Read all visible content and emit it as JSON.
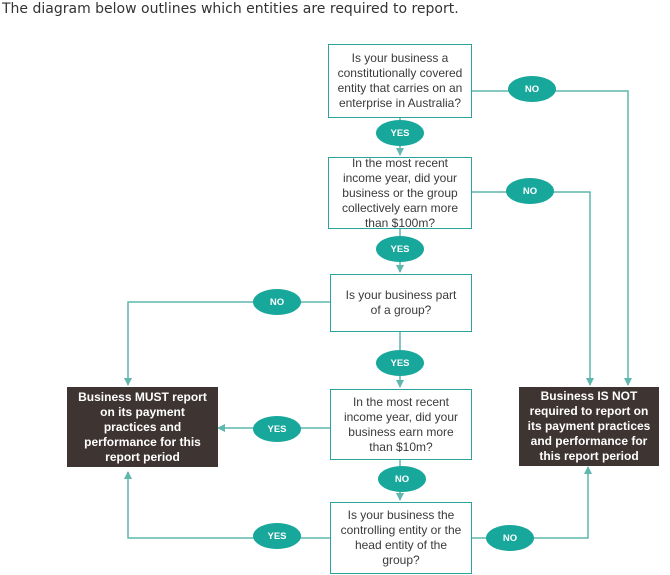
{
  "intro_text": "The diagram below outlines which entities are required to report.",
  "questions": {
    "q1": "Is your business a constitutionally covered entity that carries on an enterprise in Australia?",
    "q2": "In the most recent income year, did your business or the group collectively earn more than $100m?",
    "q3": "Is your business part of a group?",
    "q4": "In the most recent income year, did your business earn more than $10m?",
    "q5": "Is your business the controlling entity or the head entity of the group?"
  },
  "badges": {
    "yes": "YES",
    "no": "NO"
  },
  "outcomes": {
    "must_report": "Business MUST report on its payment practices and performance for this report period",
    "not_required": "Business IS NOT required to report on its payment practices and performance for this report period"
  },
  "colors": {
    "teal": "#17a79b",
    "box_border": "#2aa39a",
    "arrow": "#5fb7ae",
    "result_bg": "#3e3431"
  }
}
